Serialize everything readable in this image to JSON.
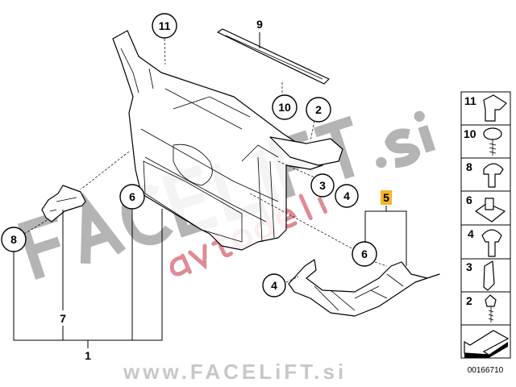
{
  "diagram": {
    "callouts": [
      "11",
      "9",
      "10",
      "2",
      "3",
      "4",
      "6",
      "8",
      "6",
      "4",
      "5",
      "7",
      "1"
    ],
    "highlighted_callout": "5",
    "highlight_color": "#f5b52a",
    "legend": [
      {
        "label": "11",
        "icon": "clip-icon"
      },
      {
        "label": "10",
        "icon": "screw-washer-icon"
      },
      {
        "label": "8",
        "icon": "torx-bolt-icon"
      },
      {
        "label": "6",
        "icon": "clip-nut-icon"
      },
      {
        "label": "4",
        "icon": "bolt-icon"
      },
      {
        "label": "3",
        "icon": "bracket-plate-icon"
      },
      {
        "label": "2",
        "icon": "screw-icon"
      }
    ],
    "diagram_number": "00166710"
  },
  "watermarks": {
    "main": "FACELIFT.si",
    "sub": "avtodeli",
    "footer": "www.FACELiFT.si"
  }
}
